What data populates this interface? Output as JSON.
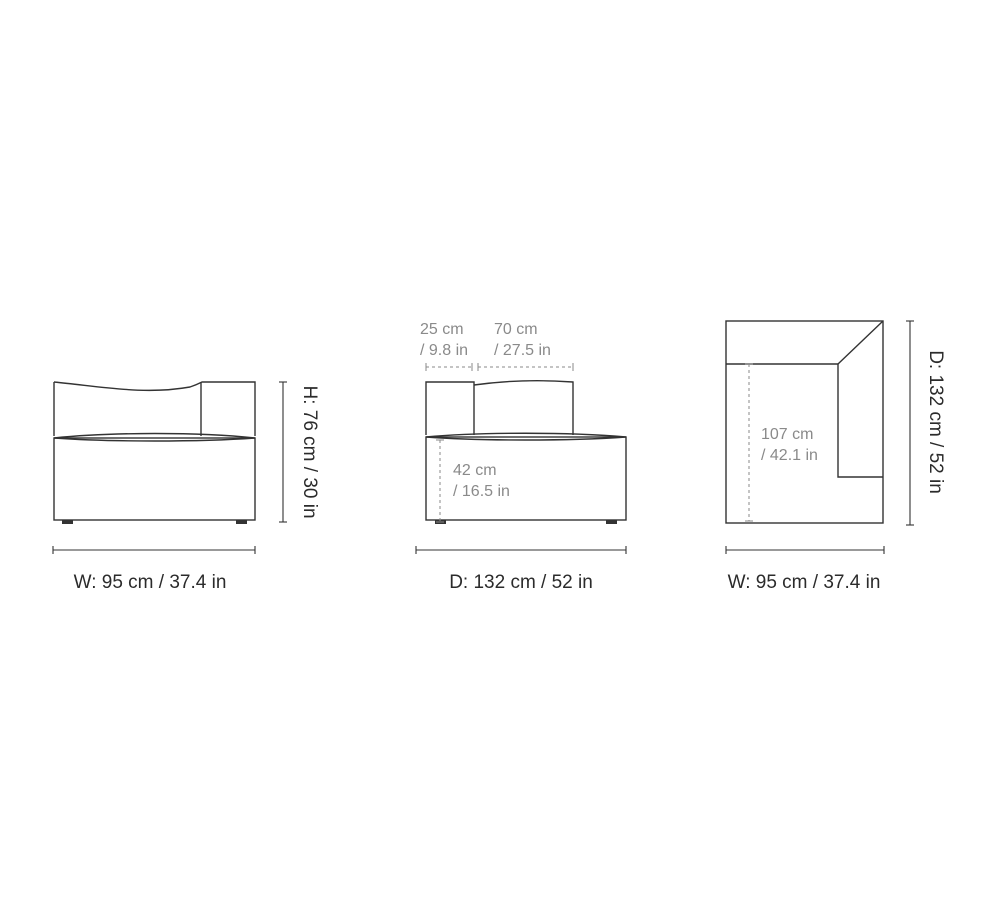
{
  "front_view": {
    "width_label": "W: 95 cm / 37.4 in",
    "height_label": "H: 76 cm / 30 in"
  },
  "side_view": {
    "depth_label": "D: 132 cm / 52 in",
    "arm_depth": {
      "line1": "25 cm",
      "line2": "/ 9.8 in"
    },
    "seat_depth": {
      "line1": "70 cm",
      "line2": "/ 27.5 in"
    },
    "seat_height": {
      "line1": "42 cm",
      "line2": "/ 16.5 in"
    }
  },
  "top_view": {
    "width_label": "W: 95 cm / 37.4 in",
    "depth_label": "D: 132 cm / 52 in",
    "inner_depth": {
      "line1": "107 cm",
      "line2": "/ 42.1 in"
    }
  }
}
